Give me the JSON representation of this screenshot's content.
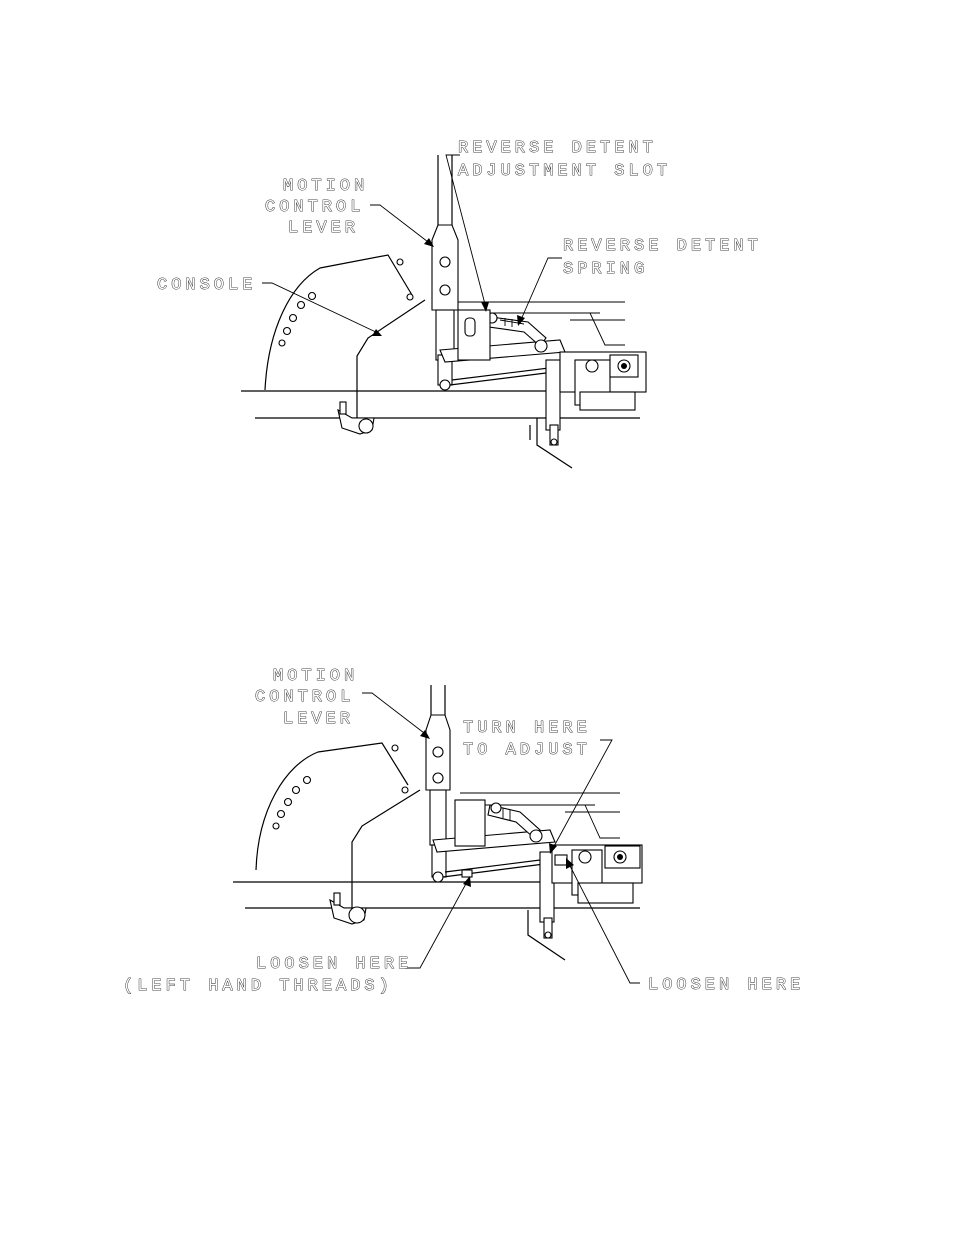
{
  "top_figure": {
    "labels": {
      "reverse_detent_adjustment_slot_line1": "REVERSE DETENT",
      "reverse_detent_adjustment_slot_line2": "ADJUSTMENT SLOT",
      "motion_control_lever_line1": "MOTION",
      "motion_control_lever_line2": "CONTROL",
      "motion_control_lever_line3": "LEVER",
      "reverse_detent_spring_line1": "REVERSE DETENT",
      "reverse_detent_spring_line2": "SPRING",
      "console": "CONSOLE"
    }
  },
  "bottom_figure": {
    "labels": {
      "motion_control_lever_line1": "MOTION",
      "motion_control_lever_line2": "CONTROL",
      "motion_control_lever_line3": "LEVER",
      "turn_here_line1": "TURN HERE",
      "turn_here_line2": "TO ADJUST",
      "loosen_here_left_line1": "LOOSEN HERE",
      "loosen_here_left_line2": "(LEFT HAND THREADS)",
      "loosen_here_right": "LOOSEN HERE"
    }
  }
}
